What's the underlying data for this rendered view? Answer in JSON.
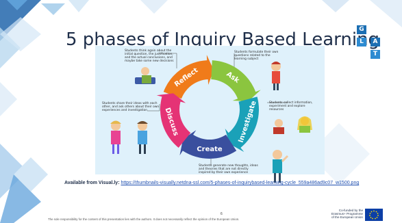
{
  "title": "5 phases of Inquiry Based Learning",
  "logo": {
    "tiles": [
      "G",
      "L",
      "A",
      "T"
    ],
    "colors": [
      "#1c6fb3",
      "#2d8bd1",
      "#1c6fb3",
      "#2d8bd1"
    ]
  },
  "cycle": {
    "phases": [
      {
        "label": "Reflect",
        "color": "#f07b1a"
      },
      {
        "label": "Ask",
        "color": "#8bc53f"
      },
      {
        "label": "Investigate",
        "color": "#1aa1b8"
      },
      {
        "label": "Create",
        "color": "#3a4f9e"
      },
      {
        "label": "Discuss",
        "color": "#e53375"
      }
    ]
  },
  "notes": {
    "reflect": "Students think again about the initial question, the justification, and the actual conclusions, and maybe take some new decisions",
    "ask": "Students formulate their own questions related to the learning subject",
    "investigate": "Students collect information, experiment and explore resources",
    "create": "Students generate new thoughts, ideas and theories that are not directly inspired by their own experience",
    "discuss": "Students share their ideas with each other, and ask others about their own experiences and investigation"
  },
  "source": {
    "label": "Available from Visual.ly:",
    "url": "https://thumbnails-visually.netdna-ssl.com/5-phases-of-inquirybased-learning-cycle_559a486ad9c07_w1500.png"
  },
  "page_number": "6",
  "disclaimer": "The sole responsibility for the content of this presentation lies with the authors. It does not necessarily reflect the opinion of the European Union.",
  "eu": {
    "line1": "Co-funded by the",
    "line2": "Erasmus+ Programme",
    "line3": "of the European Union"
  }
}
